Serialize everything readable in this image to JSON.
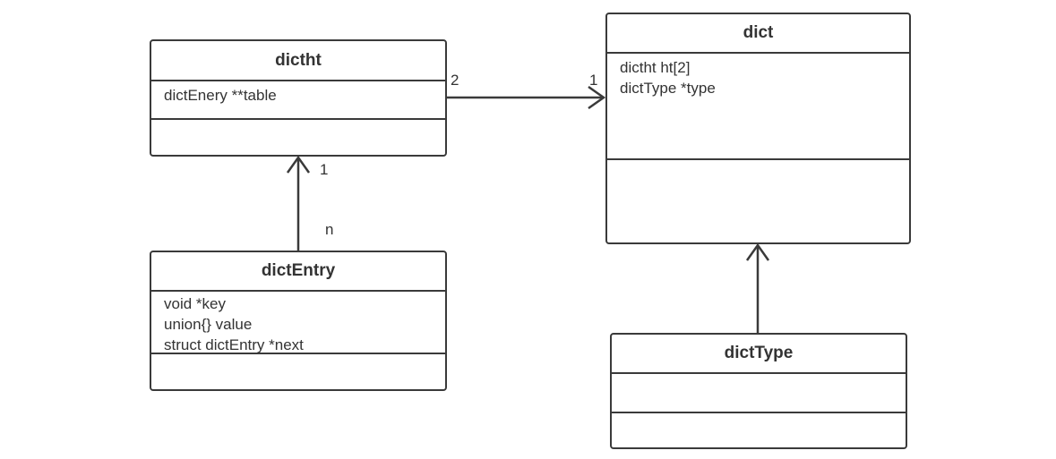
{
  "diagram": {
    "classes": {
      "dictht": {
        "name": "dictht",
        "attributes": [
          "dictEnery **table"
        ]
      },
      "dict": {
        "name": "dict",
        "attributes": [
          "dictht ht[2]",
          "dictType *type"
        ]
      },
      "dictEntry": {
        "name": "dictEntry",
        "attributes": [
          "void *key",
          "union{} value",
          "struct dictEntry *next"
        ]
      },
      "dictType": {
        "name": "dictType",
        "attributes": []
      }
    },
    "associations": [
      {
        "from": "dictht",
        "to": "dict",
        "from_multiplicity": "2",
        "to_multiplicity": "1",
        "arrow": "open"
      },
      {
        "from": "dictEntry",
        "to": "dictht",
        "from_multiplicity": "n",
        "to_multiplicity": "1",
        "arrow": "open"
      },
      {
        "from": "dictType",
        "to": "dict",
        "from_multiplicity": "",
        "to_multiplicity": "",
        "arrow": "open"
      }
    ],
    "colors": {
      "line": "#3a3a3a",
      "text": "#333333",
      "background": "#ffffff"
    }
  }
}
